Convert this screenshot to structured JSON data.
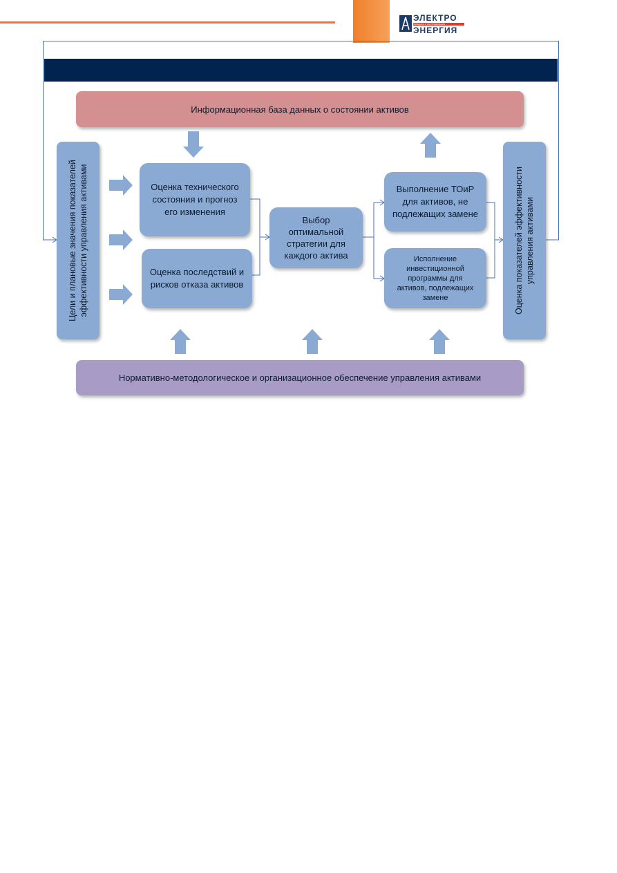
{
  "header": {
    "logo_line1": "ЭЛЕКТРО",
    "logo_stripe": "ПЕРЕДАЧА И РАСПРЕДЕЛЕНИЕ",
    "logo_line2": "ЭНЕРГИЯ",
    "accent_color": "#e8743b",
    "brand_color": "#1d3a66",
    "band_color": "#00234f"
  },
  "diagram": {
    "top_box": "Информационная база данных о состоянии активов",
    "bottom_box": "Нормативно-методологическое и организационное обеспечение управления активами",
    "left_vertical": {
      "line1": "Цели и плановые значения показателей",
      "line2": "эффективности управления активами"
    },
    "right_vertical": {
      "line1": "Оценка показателей эффективности",
      "line2": "управления активами"
    },
    "tech_state": [
      "Оценка технического",
      "состояния и прогноз",
      "его изменения"
    ],
    "consequences": [
      "Оценка последствий и",
      "рисков отказа активов"
    ],
    "strategy": [
      "Выбор",
      "оптимальной",
      "стратегии для",
      "каждого актива"
    ],
    "maintenance": [
      "Выполнение ТОиР",
      "для активов, не",
      "подлежащих замене"
    ],
    "investment": [
      "Исполнение",
      "инвестиционной",
      "программы для",
      "активов, подлежащих",
      "замене"
    ],
    "colors": {
      "process_box": "#8aaad4",
      "database_box": "#d49091",
      "normative_box": "#a89bc6",
      "arrow": "#8aaad4",
      "connector": "#4a72b8"
    }
  }
}
